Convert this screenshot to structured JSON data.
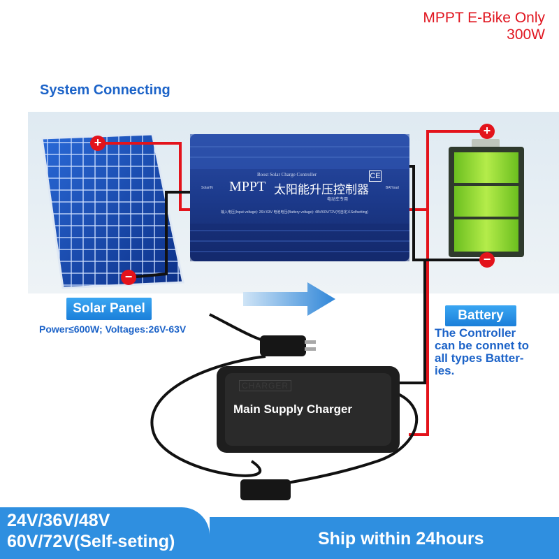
{
  "header": {
    "line1": "MPPT E-Bike Only",
    "line2": "300W"
  },
  "section_title": "System Connecting",
  "controller": {
    "brand": "MPPT",
    "chinese_title": "太阳能升压控制器",
    "subtitle": "Boost Solar Charge Controller",
    "sub_cn": "电动车专用",
    "spec_line": "输入电压(Input voltage): 26V-63V    电池电压(Battery voltage): 48V/60V/72V(可自定义Selfsetting)",
    "ce_mark": "CE",
    "left_port": "SolarIN",
    "right_port": "BATload"
  },
  "solar": {
    "label": "Solar Panel",
    "note": "Power≤600W; Voltages:26V-63V"
  },
  "battery": {
    "label": "Battery",
    "note_lines": [
      "The Controller",
      "can be connet to",
      "all types Batter-",
      "ies."
    ]
  },
  "charger": {
    "label": "Main Supply Charger",
    "case_text": "CHARGER"
  },
  "terminals": {
    "plus": "+",
    "minus": "−"
  },
  "bottom": {
    "voltage_line1": "24V/36V/48V",
    "voltage_line2": "60V/72V(Self-seting)",
    "ship": "Ship within 24hours"
  },
  "colors": {
    "wire_red": "#e3131b",
    "wire_black": "#111111",
    "controller_blue": "#1f3f8f",
    "battery_green": "#8fd62b",
    "accent_blue": "#2f8fe0",
    "title_red": "#e0141e"
  }
}
